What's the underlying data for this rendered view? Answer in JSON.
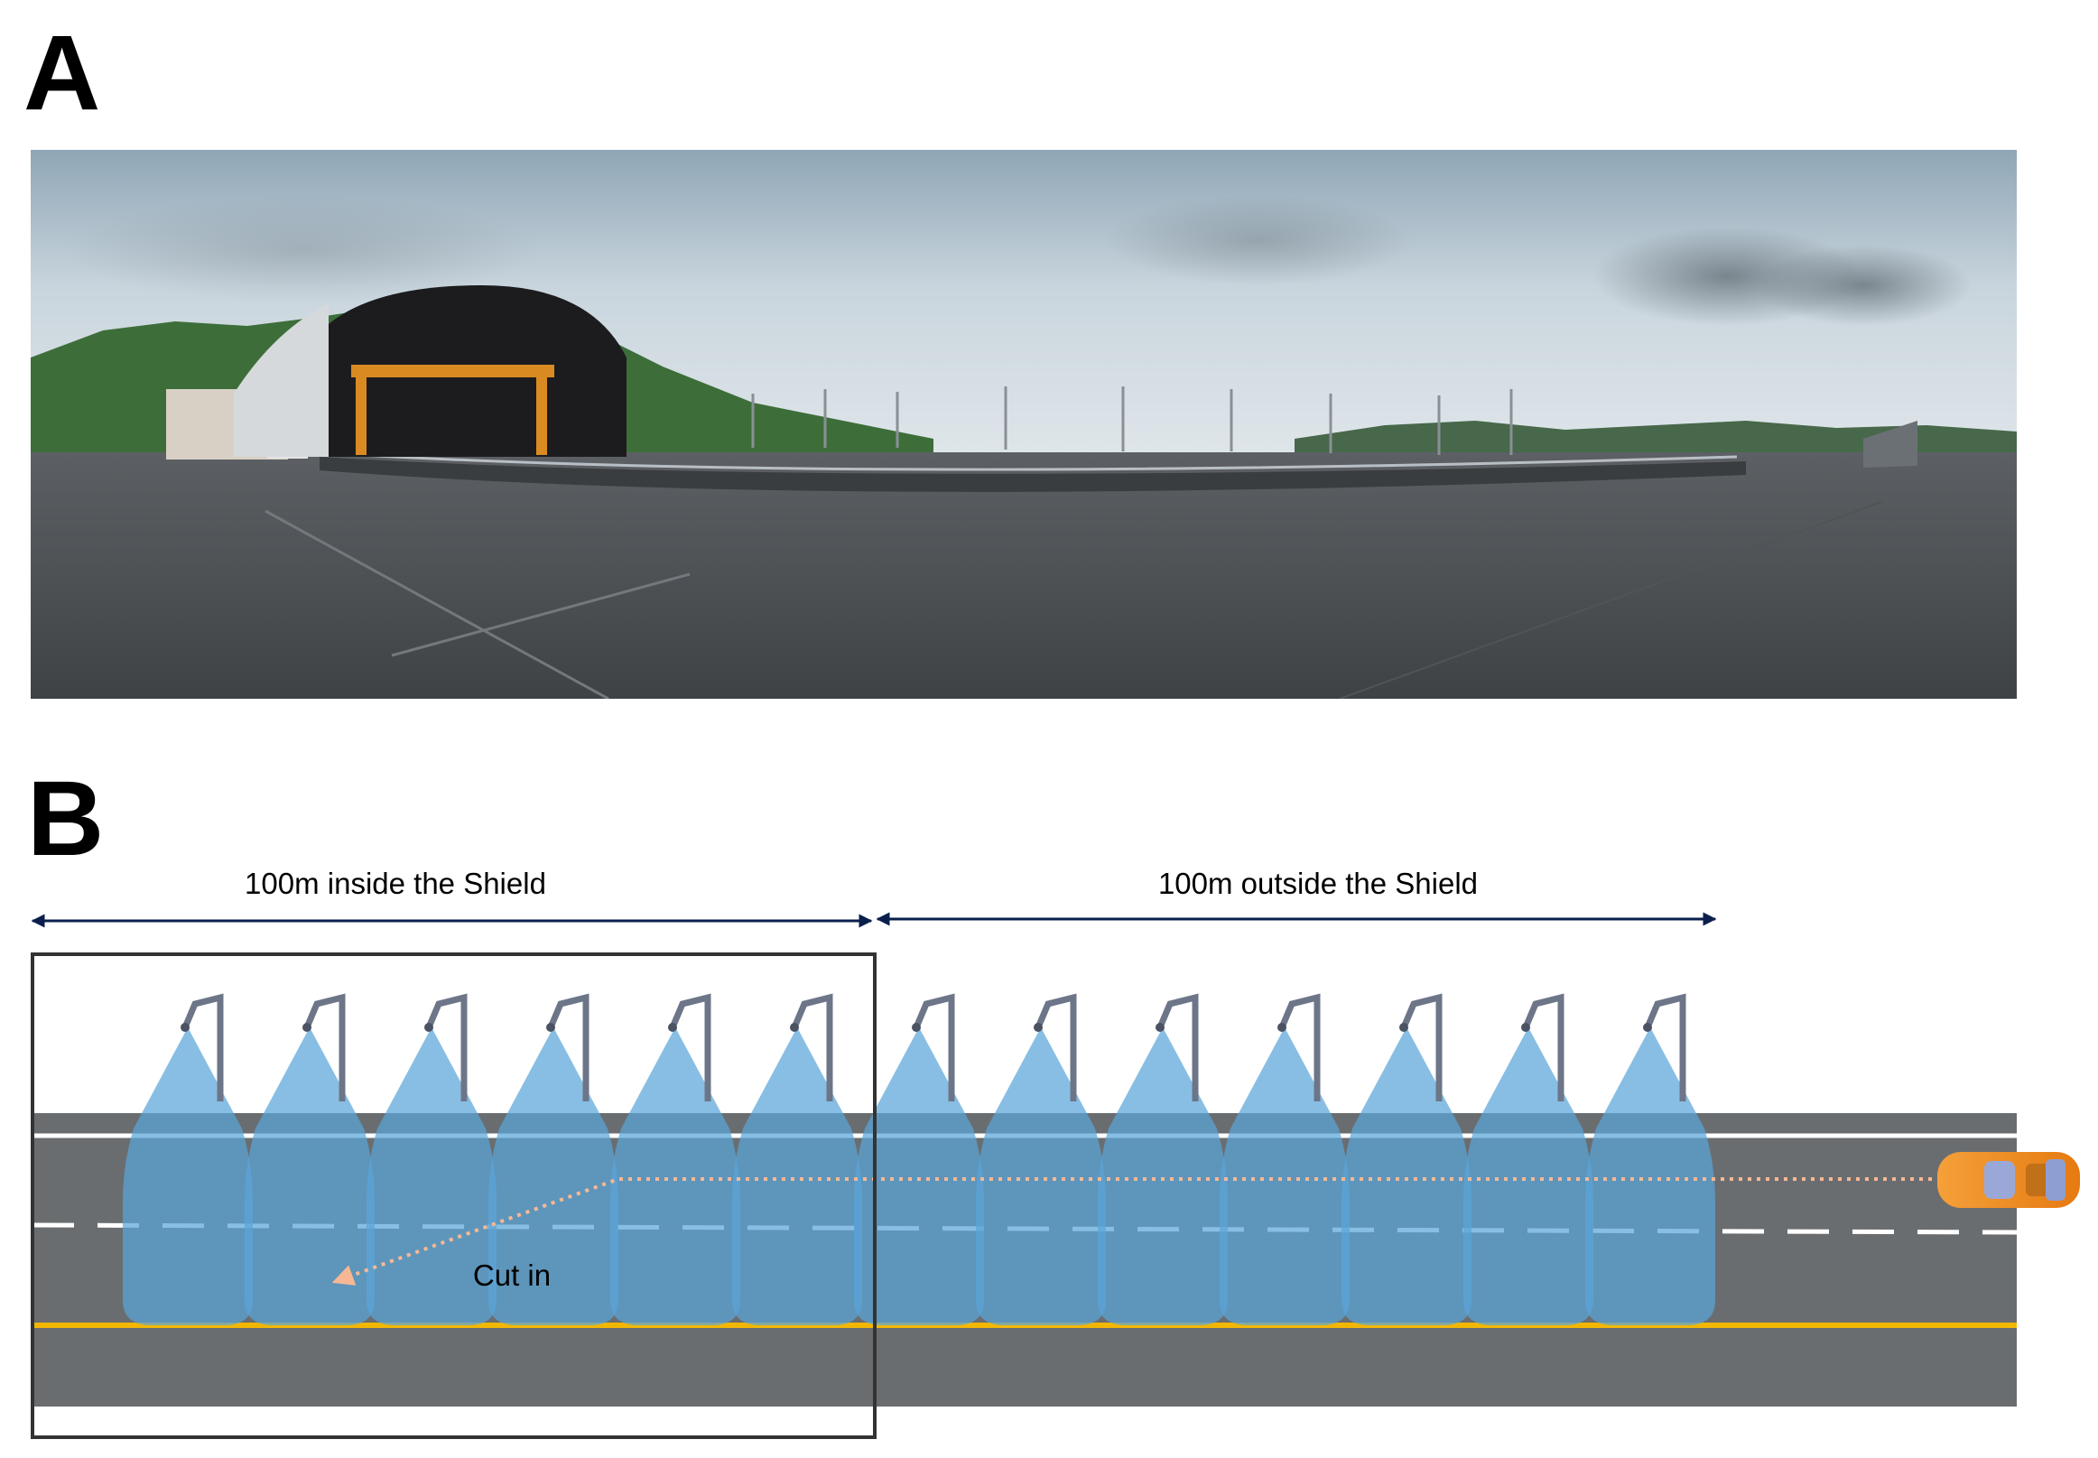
{
  "panels": {
    "a": {
      "letter": "A"
    },
    "b": {
      "letter": "B"
    }
  },
  "diagram": {
    "inside_label": "100m inside the Shield",
    "outside_label": "100m outside the Shield",
    "cut_in_label": "Cut in",
    "sprinkler_count": 13,
    "sprinklers_inside": 6
  },
  "colors": {
    "road": "#6a6d70",
    "lane_line": "#ffffff",
    "center_line": "#f2b705",
    "spray": "#5aa5d8",
    "arrow": "#0a1f4d",
    "shield_border": "#333333",
    "car": "#f08a1c",
    "path": "#f6b894"
  }
}
